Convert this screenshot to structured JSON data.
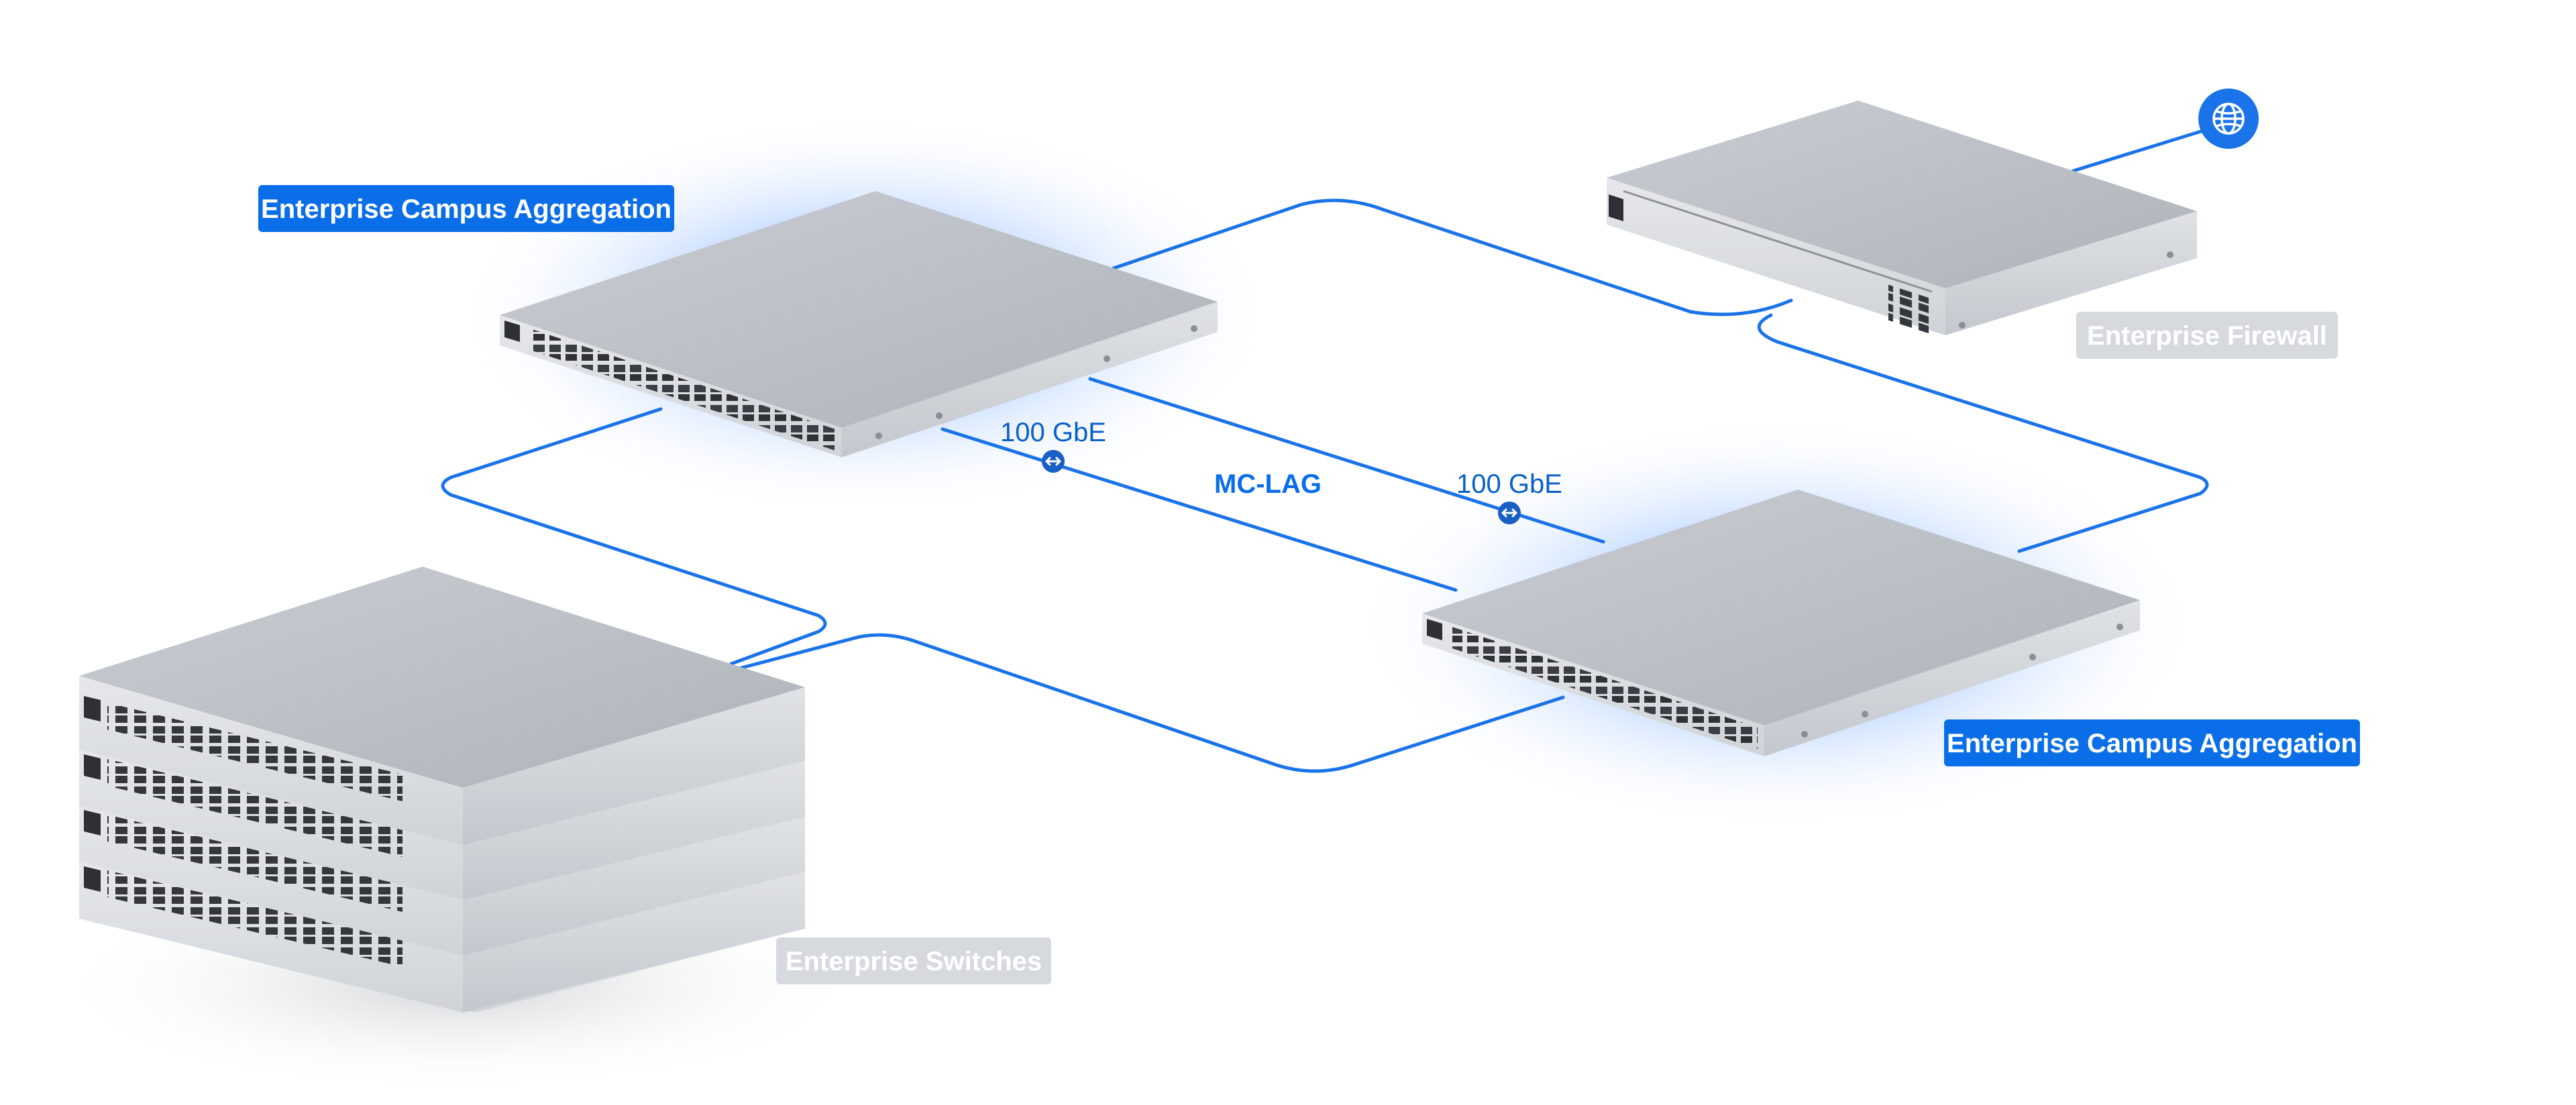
{
  "labels": {
    "aggregation_top": "Enterprise Campus Aggregation",
    "aggregation_bottom": "Enterprise Campus Aggregation",
    "firewall": "Enterprise Firewall",
    "switches": "Enterprise Switches"
  },
  "links": {
    "left_speed": "100 GbE",
    "right_speed": "100 GbE",
    "lag": "MC-LAG"
  },
  "icons": {
    "internet": "globe-icon",
    "link_badge": "link-icon"
  },
  "colors": {
    "accent": "#0a6ee8",
    "line": "#1a73e8",
    "tag_grey": "#d6d9de",
    "device_top": "#bcc1c8",
    "device_front": "#dcdfe3"
  }
}
